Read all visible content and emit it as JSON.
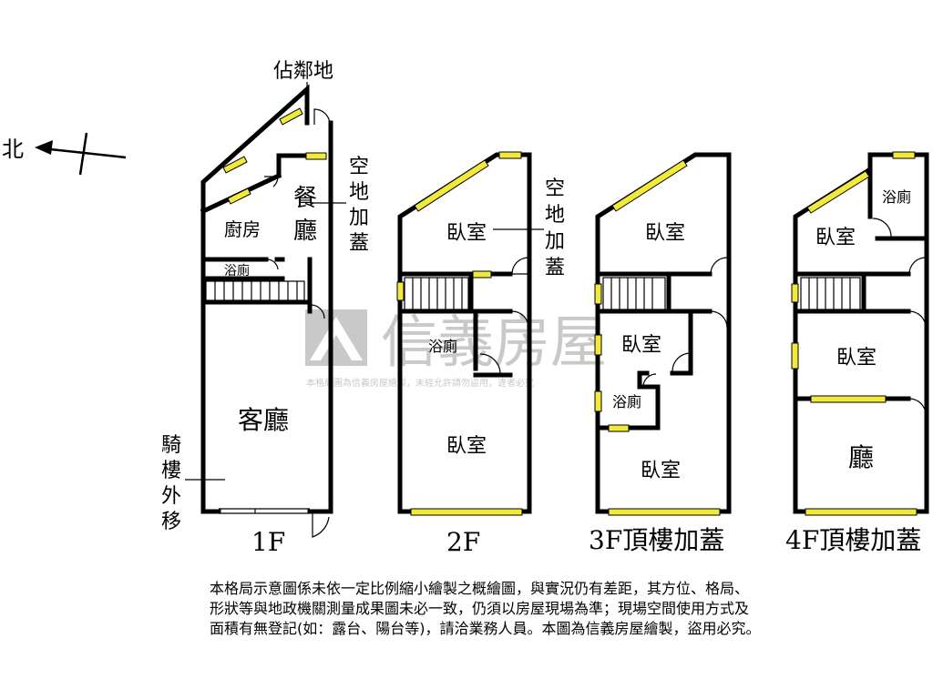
{
  "compass": {
    "north": "北"
  },
  "floor1": {
    "label": "1F",
    "neighbor_land": "佔鄰地",
    "kitchen": "廚房",
    "dining_1": "餐",
    "dining_2": "廳",
    "bath": "浴廁",
    "living": "客廳",
    "open_space": [
      "空",
      "地",
      "加",
      "蓋"
    ],
    "arcade": [
      "騎",
      "樓",
      "外",
      "移"
    ]
  },
  "floor2": {
    "label": "2F",
    "open_space": [
      "空",
      "地",
      "加",
      "蓋"
    ],
    "bedroom_top": "臥室",
    "bath": "浴廁",
    "bedroom_bottom": "臥室"
  },
  "floor3": {
    "label": "3F頂樓加蓋",
    "bedroom_top": "臥室",
    "bedroom_mid": "臥室",
    "bath": "浴廁",
    "bedroom_bottom": "臥室"
  },
  "floor4": {
    "label": "4F頂樓加蓋",
    "bath": "浴廁",
    "bedroom_top": "臥室",
    "bedroom_mid": "臥室",
    "hall": "廳"
  },
  "watermark": {
    "brand": "信義房屋",
    "small": "本格局圖為信義房屋繪製，未經允許請勿盜用，違者必究"
  },
  "disclaimer": [
    "本格局示意圖係未依一定比例縮小繪製之概繪圖，與實況仍有差距，其方位、格局、",
    "形狀等與地政機關測量成果圖未必一致，仍須以房屋現場為準；現場空間使用方式及",
    "面積有無登記(如：露台、陽台等)，請洽業務人員。本圖為信義房屋繪製，盜用必究。"
  ],
  "colors": {
    "window": "#f1ea3a",
    "wall": "#000000",
    "watermark": "#c9c9c9"
  }
}
